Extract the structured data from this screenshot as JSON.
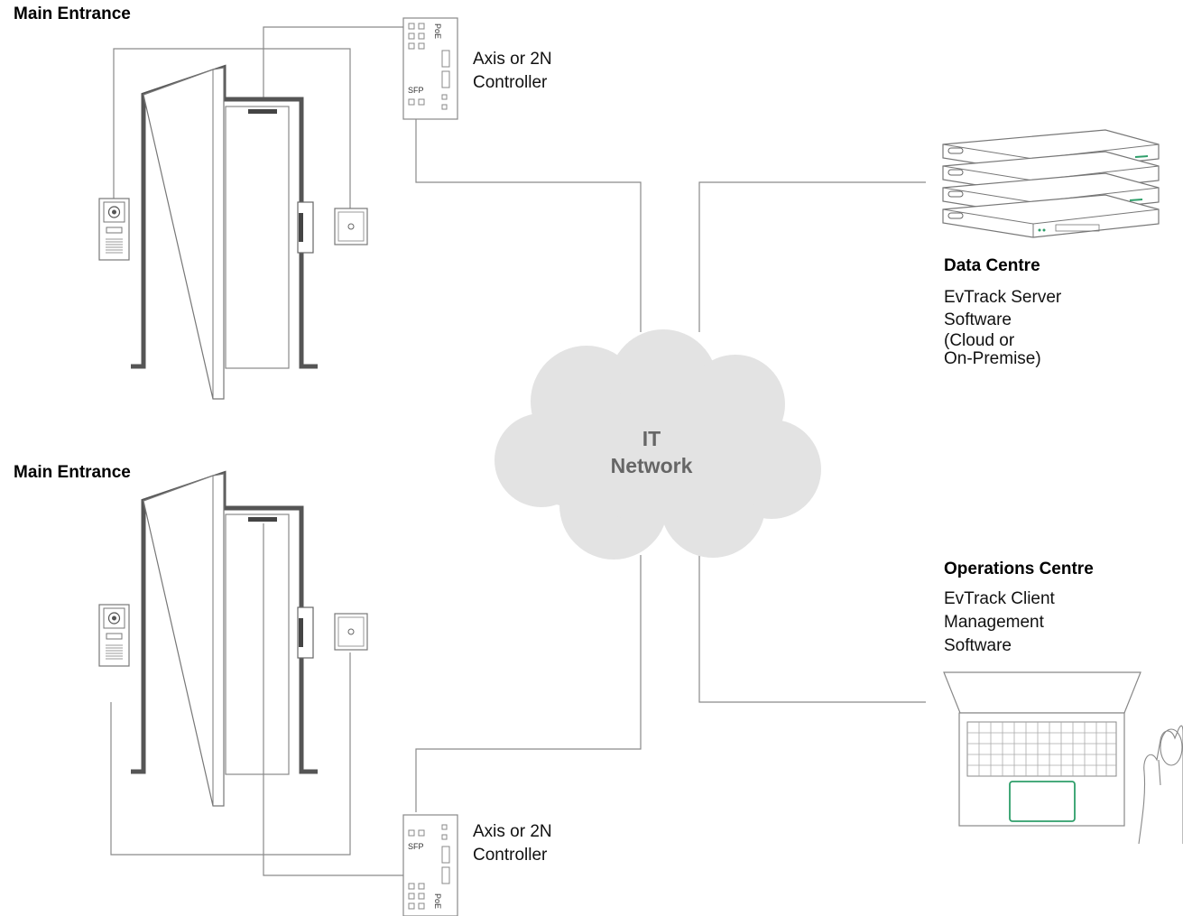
{
  "entrances": [
    {
      "title": "Main Entrance"
    },
    {
      "title": "Main Entrance"
    }
  ],
  "controllers": [
    {
      "label_line1": "Axis or 2N",
      "label_line2": "Controller",
      "port_poe": "PoE",
      "port_sfp": "SFP"
    },
    {
      "label_line1": "Axis or 2N",
      "label_line2": "Controller",
      "port_poe": "PoE",
      "port_sfp": "SFP"
    }
  ],
  "network": {
    "line1": "IT",
    "line2": "Network"
  },
  "data_centre": {
    "title": "Data Centre",
    "lines": [
      "EvTrack Server",
      "Software",
      "(Cloud or",
      "On-Premise)"
    ]
  },
  "operations_centre": {
    "title": "Operations Centre",
    "lines": [
      "EvTrack Client",
      "Management",
      "Software"
    ]
  },
  "colors": {
    "wire": "#8a8a8a",
    "frame": "#555555",
    "cloud": "#e3e3e3",
    "accent_green": "#2e9e6a",
    "label_gray": "#666666"
  }
}
